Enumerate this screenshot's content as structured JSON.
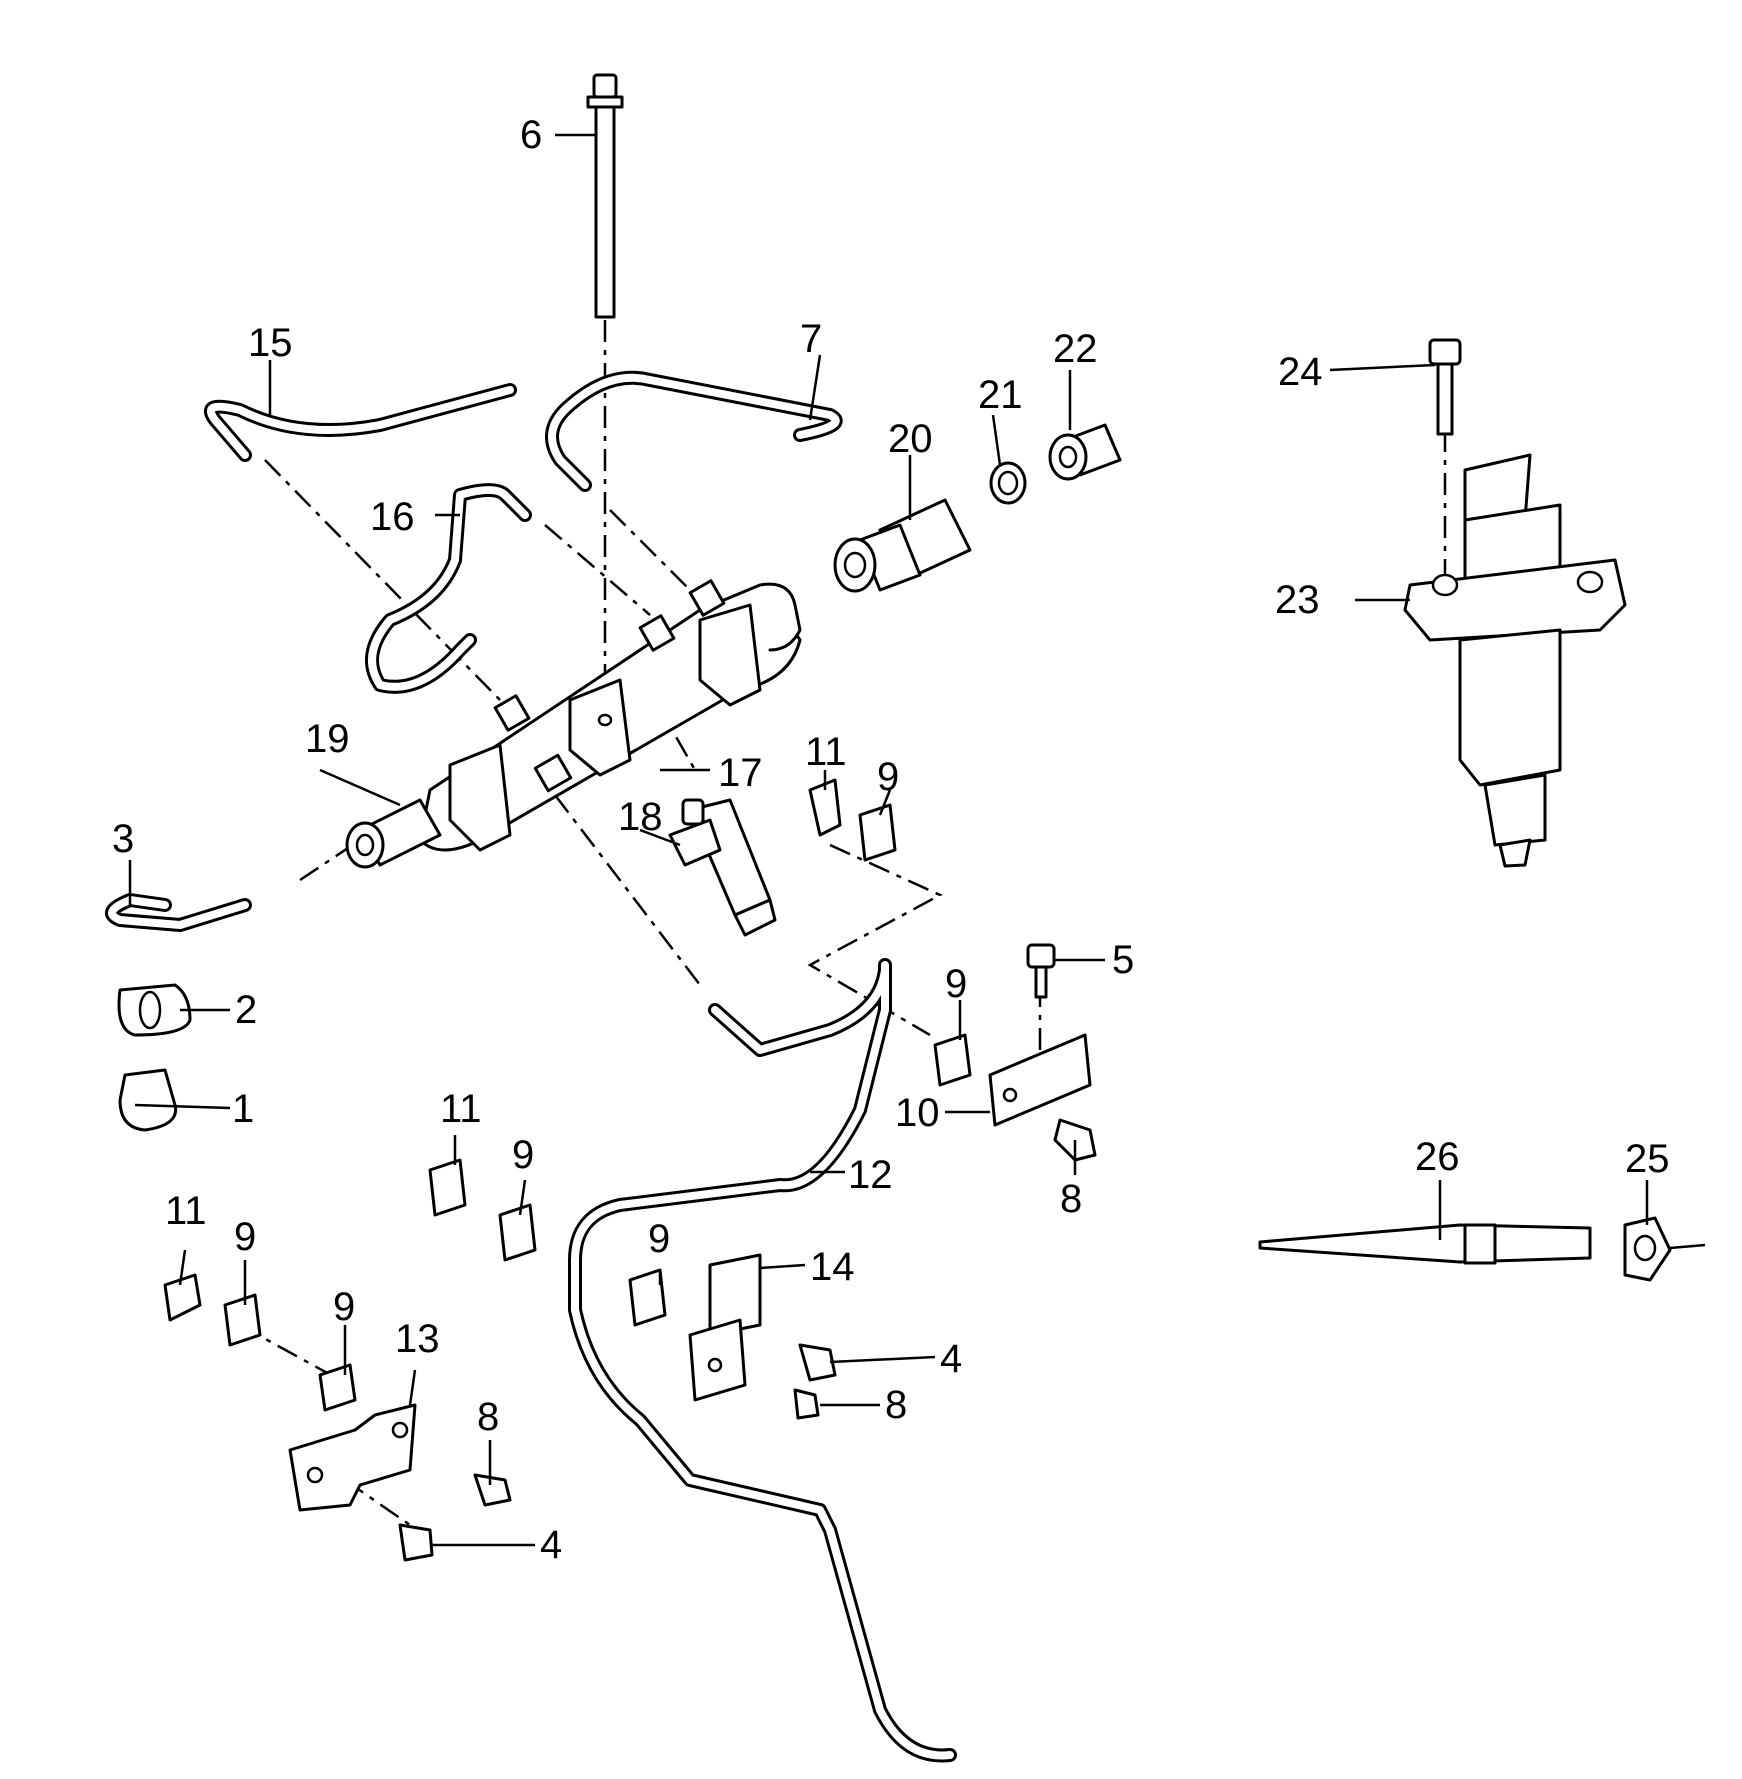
{
  "callouts": {
    "c1": "1",
    "c2": "2",
    "c3": "3",
    "c4a": "4",
    "c4b": "4",
    "c5": "5",
    "c6": "6",
    "c7": "7",
    "c8a": "8",
    "c8b": "8",
    "c8c": "8",
    "c9a": "9",
    "c9b": "9",
    "c9c": "9",
    "c9d": "9",
    "c9e": "9",
    "c9f": "9",
    "c10": "10",
    "c11a": "11",
    "c11b": "11",
    "c11c": "11",
    "c12": "12",
    "c13": "13",
    "c14": "14",
    "c15": "15",
    "c16": "16",
    "c17": "17",
    "c18": "18",
    "c19": "19",
    "c20": "20",
    "c21": "21",
    "c22": "22",
    "c23": "23",
    "c24": "24",
    "c25": "25",
    "c26": "26"
  }
}
